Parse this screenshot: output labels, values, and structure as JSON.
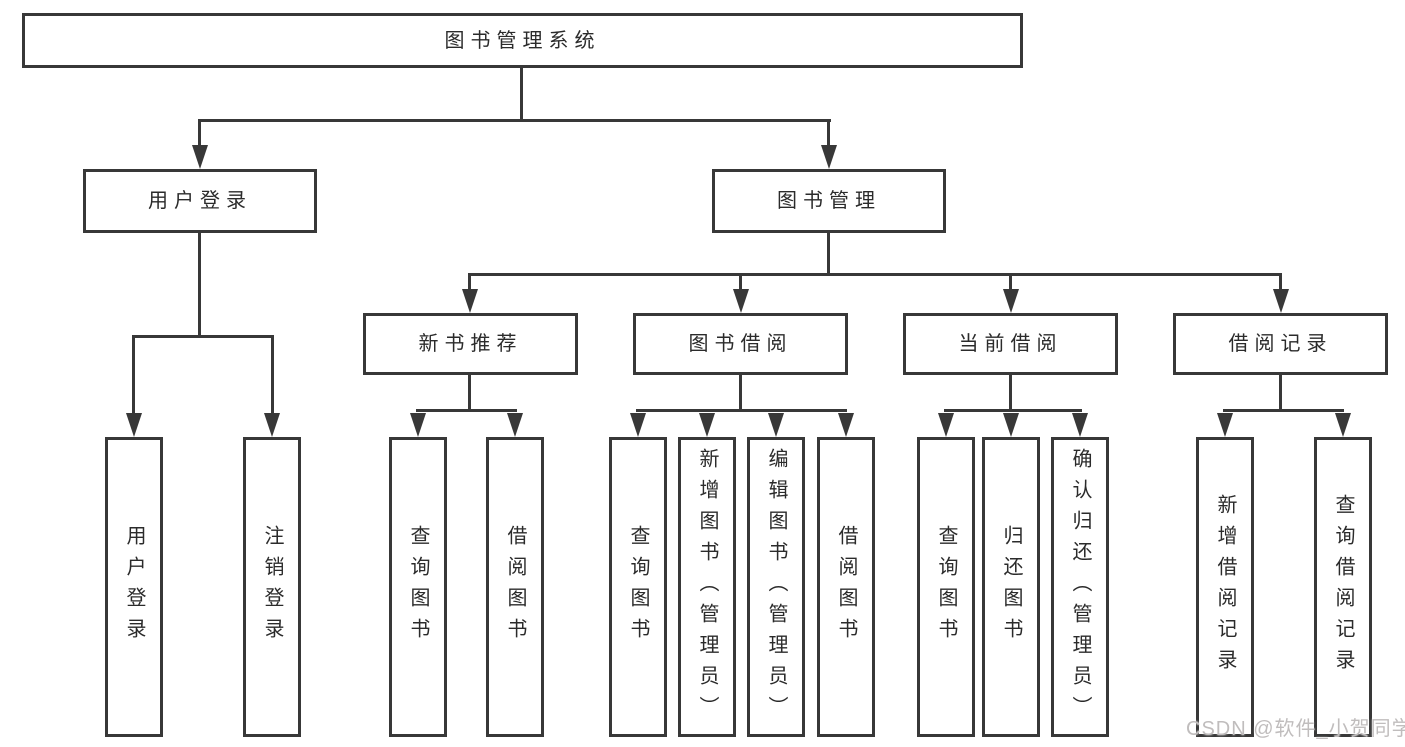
{
  "diagram_title": "图书管理系统",
  "colors": {
    "line": "#383838",
    "text": "#2b2b2b",
    "box_background": "#ffffff",
    "page_background": "#ffffff",
    "watermark": "#c0bdbd"
  },
  "watermark": {
    "text": "CSDN @软件_小贺同学"
  },
  "nodes": {
    "root": {
      "label": "图书管理系统"
    },
    "user_login": {
      "label": "用户登录"
    },
    "book_mgmt": {
      "label": "图书管理"
    },
    "new_book_rec": {
      "label": "新书推荐"
    },
    "book_borrow": {
      "label": "图书借阅"
    },
    "current_borrow": {
      "label": "当前借阅"
    },
    "borrow_record": {
      "label": "借阅记录"
    },
    "leaf_user_login": {
      "label": "用户登录"
    },
    "leaf_logout": {
      "label": "注销登录"
    },
    "rec_query_book": {
      "label": "查询图书"
    },
    "rec_borrow_book": {
      "label": "借阅图书"
    },
    "bb_query_book": {
      "label": "查询图书"
    },
    "bb_add_book": {
      "label": "新增图书（管理员）"
    },
    "bb_edit_book": {
      "label": "编辑图书（管理员）"
    },
    "bb_borrow_book": {
      "label": "借阅图书"
    },
    "cb_query_book": {
      "label": "查询图书"
    },
    "cb_return_book": {
      "label": "归还图书"
    },
    "cb_confirm_return": {
      "label": "确认归还（管理员）"
    },
    "br_add_record": {
      "label": "新增借阅记录"
    },
    "br_query_record": {
      "label": "查询借阅记录"
    }
  },
  "tree": {
    "root": "图书管理系统",
    "children": [
      {
        "label": "用户登录",
        "children": [
          "用户登录",
          "注销登录"
        ]
      },
      {
        "label": "图书管理",
        "children": [
          {
            "label": "新书推荐",
            "children": [
              "查询图书",
              "借阅图书"
            ]
          },
          {
            "label": "图书借阅",
            "children": [
              "查询图书",
              "新增图书（管理员）",
              "编辑图书（管理员）",
              "借阅图书"
            ]
          },
          {
            "label": "当前借阅",
            "children": [
              "查询图书",
              "归还图书",
              "确认归还（管理员）"
            ]
          },
          {
            "label": "借阅记录",
            "children": [
              "新增借阅记录",
              "查询借阅记录"
            ]
          }
        ]
      }
    ]
  }
}
